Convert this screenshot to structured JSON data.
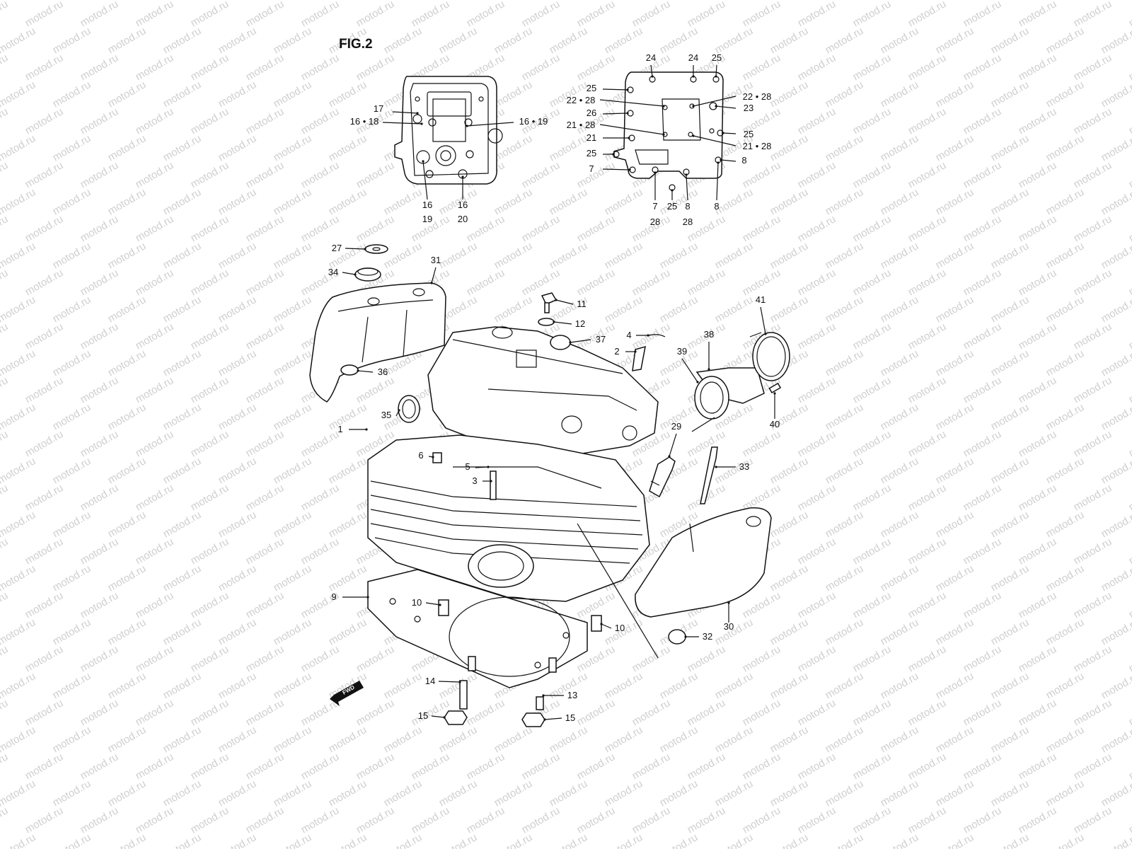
{
  "figure_title": "FIG.2",
  "watermark": "motod.ru",
  "fwd_badge": "FWD",
  "callouts": [
    "17",
    "16 • 18",
    "16 • 19",
    "16",
    "19",
    "16",
    "20",
    "24",
    "24",
    "25",
    "25",
    "22 • 28",
    "22 • 28",
    "26",
    "23",
    "21 • 28",
    "25",
    "21",
    "21 • 28",
    "25",
    "8",
    "7",
    "7",
    "28",
    "25",
    "8",
    "28",
    "8",
    "27",
    "31",
    "34",
    "36",
    "11",
    "12",
    "37",
    "4",
    "2",
    "38",
    "41",
    "39",
    "40",
    "35",
    "1",
    "6",
    "5",
    "3",
    "29",
    "33",
    "9",
    "10",
    "10",
    "30",
    "32",
    "14",
    "13",
    "15",
    "15"
  ]
}
